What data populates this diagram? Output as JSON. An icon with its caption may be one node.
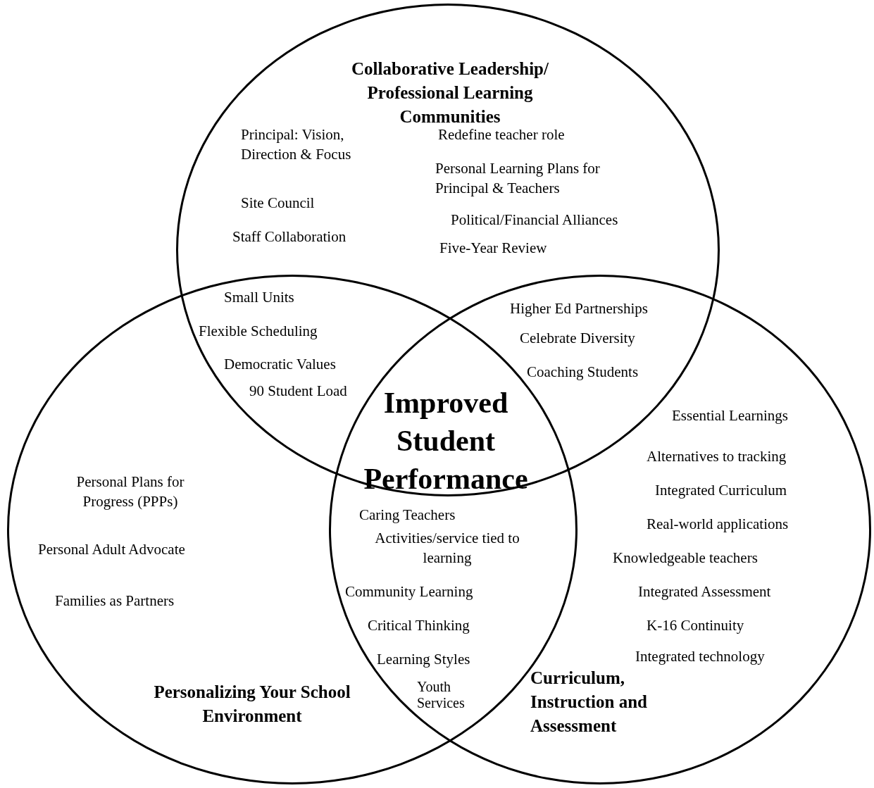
{
  "diagram": {
    "nodes": [
      {
        "text": [
          "Collaborative Leadership/ Professional Learning Communities"
        ]
      },
      {
        "text": [
          "Personalizing Your School Environment"
        ]
      },
      {
        "text": [
          "Curriculum, Instruction and Assessment"
        ]
      }
    ],
    "labels": [
      "Principal: Vision, Direction & Focus",
      "Redefine teacher role",
      "Personal Learning Plans for Principal & Teachers",
      "Site Council",
      "Political/Financial Alliances",
      "Staff Collaboration",
      "Five-Year Review",
      "Small Units",
      "Higher Ed Partnerships",
      "Flexible Scheduling",
      "Celebrate Diversity",
      "Democratic Values",
      "Coaching Students",
      "90   Student Load",
      "Improved Student Performance",
      "Essential Learnings",
      "Alternatives to tracking",
      "Personal Plans for Progress (PPPs)",
      "Integrated Curriculum",
      "Caring Teachers",
      "Real-world applications",
      "Activities/service tied to learning",
      "Personal Adult Advocate",
      "Knowledgeable teachers",
      "Community Learning",
      "Families as Partners",
      "Integrated Assessment",
      "Critical Thinking",
      "K-16 Continuity",
      "Learning Styles",
      "Integrated technology",
      "Youth Services"
    ]
  }
}
